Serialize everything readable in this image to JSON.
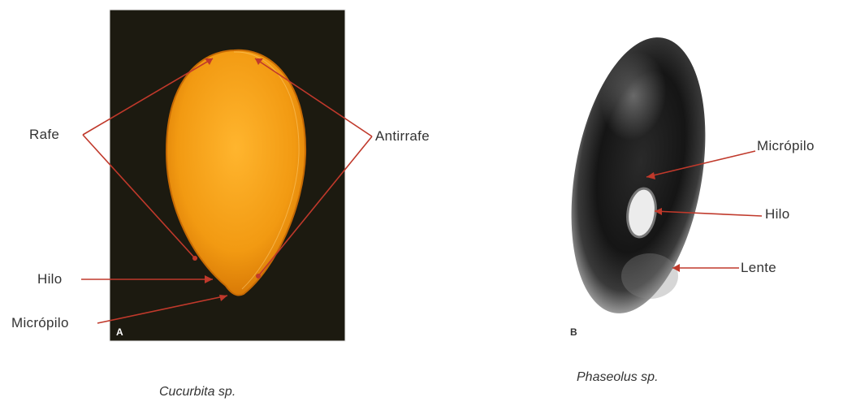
{
  "panel_a": {
    "letter": "A",
    "caption": "Cucurbita sp.",
    "labels": {
      "rafe": "Rafe",
      "antirrafe": "Antirrafe",
      "hilo": "Hilo",
      "micropilo": "Micrópilo"
    }
  },
  "panel_b": {
    "letter": "B",
    "caption": "Phaseolus sp.",
    "labels": {
      "micropilo": "Micrópilo",
      "hilo": "Hilo",
      "lente": "Lente"
    }
  },
  "colors": {
    "pointer": "#c0392b",
    "seed_a": "#f29a12",
    "background_a": "#1c1a10",
    "seed_b": "#1a1a1a"
  }
}
